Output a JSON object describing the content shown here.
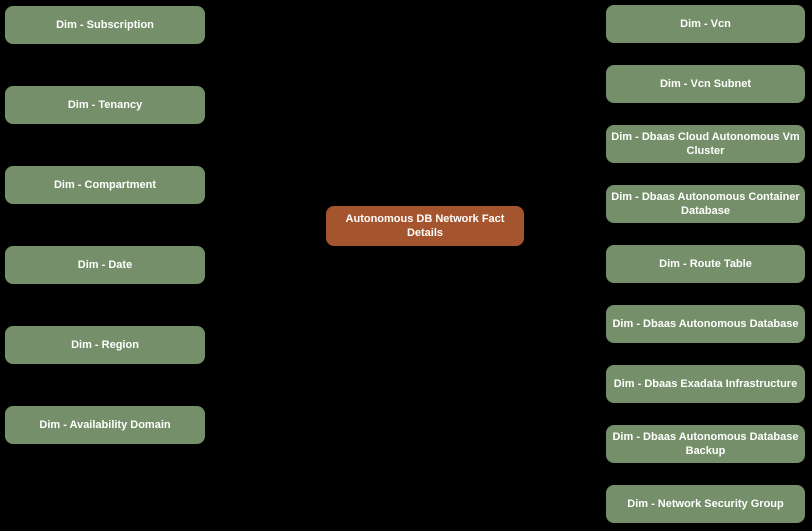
{
  "diagram": {
    "type": "star-schema",
    "colors": {
      "background": "#000000",
      "dimension-fill": "#748f69",
      "fact-fill": "#a5552d",
      "text": "#ffffff"
    },
    "center_node": {
      "label": "Autonomous DB Network Fact Details"
    },
    "left_nodes": [
      {
        "label": "Dim - Subscription"
      },
      {
        "label": "Dim - Tenancy"
      },
      {
        "label": "Dim - Compartment"
      },
      {
        "label": "Dim - Date"
      },
      {
        "label": "Dim - Region"
      },
      {
        "label": "Dim - Availability Domain"
      }
    ],
    "right_nodes": [
      {
        "label": "Dim - Vcn"
      },
      {
        "label": "Dim - Vcn Subnet"
      },
      {
        "label": "Dim - Dbaas Cloud Autonomous Vm Cluster"
      },
      {
        "label": "Dim - Dbaas Autonomous Container Database"
      },
      {
        "label": "Dim - Route Table"
      },
      {
        "label": "Dim - Dbaas Autonomous Database"
      },
      {
        "label": "Dim - Dbaas Exadata Infrastructure"
      },
      {
        "label": "Dim - Dbaas Autonomous Database Backup"
      },
      {
        "label": "Dim - Network Security Group"
      }
    ]
  }
}
